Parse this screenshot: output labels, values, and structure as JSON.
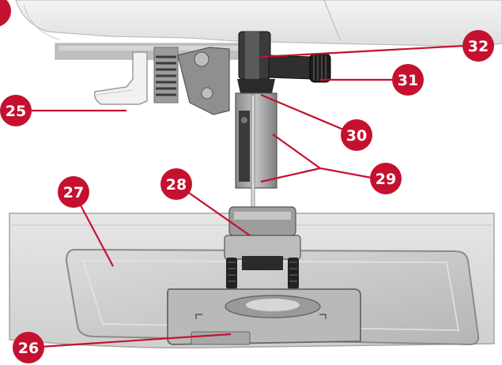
{
  "diagram": {
    "subject": "sewing machine presser foot and needle area",
    "colors": {
      "callout": "#c4112f",
      "callout_text": "#ffffff",
      "machine_body": "#eeeeee",
      "metal": "#9a9a9a",
      "dark_part": "#2e2e2e"
    },
    "callouts": [
      {
        "id": "25",
        "label": "25"
      },
      {
        "id": "26",
        "label": "26"
      },
      {
        "id": "27",
        "label": "27"
      },
      {
        "id": "28",
        "label": "28"
      },
      {
        "id": "29",
        "label": "29"
      },
      {
        "id": "30",
        "label": "30"
      },
      {
        "id": "31",
        "label": "31"
      },
      {
        "id": "32",
        "label": "32"
      }
    ]
  }
}
